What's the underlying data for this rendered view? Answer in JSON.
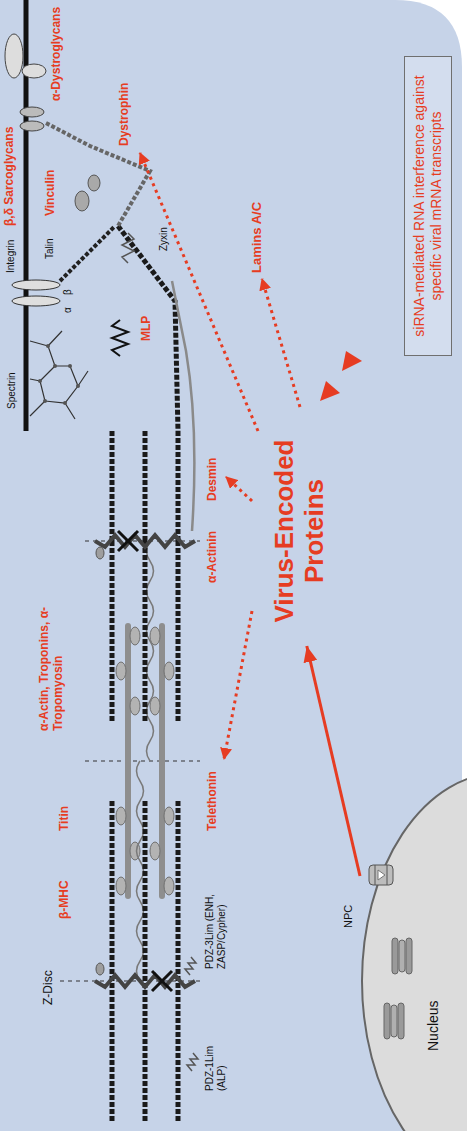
{
  "diagram": {
    "nodes": [
      {
        "text": [
          "siRNA-mediated RNA interference against specific viral mRNA transcripts"
        ]
      },
      {
        "text": [
          "Virus-Encoded Proteins"
        ]
      },
      {
        "text": [
          "Nucleus"
        ]
      }
    ],
    "edges": [
      {
        "from": 2,
        "to": 1,
        "arrow": "to"
      }
    ],
    "labels": [
      "α-Dystroglycans",
      "β,δ Sarcoglycans",
      "Dystrophin",
      "Vinculin",
      "Integrin",
      "α",
      "β",
      "Talin",
      "Zyxin",
      "Spectrin",
      "MLP",
      "α-Actinin",
      "Desmin",
      "PDZ-3Lim (ENH, ZASP/Cypher)",
      "PDZ-1Lim (ALP)",
      "α-Actin, Troponins, α-Tropomyosin",
      "Titin",
      "β-MHC",
      "Telethonin",
      "Z-Disc",
      "Lamins A/C",
      "NPC"
    ]
  }
}
